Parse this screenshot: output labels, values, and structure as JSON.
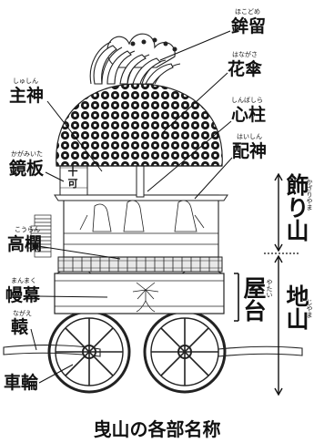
{
  "title": "曳山の各部名称",
  "parts": {
    "hokodome": {
      "label": "鉾留",
      "ruby": "ほこどめ"
    },
    "hanagasa": {
      "label": "花傘",
      "ruby": "はながさ"
    },
    "shushin": {
      "label": "主神",
      "ruby": "しゅしん"
    },
    "shinbashira": {
      "label": "心柱",
      "ruby": "しんばしら"
    },
    "kagamiita": {
      "label": "鏡板",
      "ruby": "かがみいた"
    },
    "haishin": {
      "label": "配神",
      "ruby": "はいしん"
    },
    "kouran": {
      "label": "高欄",
      "ruby": "こうらん"
    },
    "manmaku": {
      "label": "幔幕",
      "ruby": "まんまく"
    },
    "nagae": {
      "label": "轅",
      "ruby": "ながえ"
    },
    "sharin": {
      "label": "車輪",
      "ruby": ""
    }
  },
  "sections": {
    "kazariyama": {
      "label": "飾り山",
      "ruby": "かざりやま"
    },
    "yatai": {
      "label": "屋台",
      "ruby": "やたい"
    },
    "jiyama": {
      "label": "地山",
      "ruby": "じやま"
    }
  },
  "plaque_text": "十可",
  "colors": {
    "ink": "#111111",
    "background": "#ffffff"
  }
}
